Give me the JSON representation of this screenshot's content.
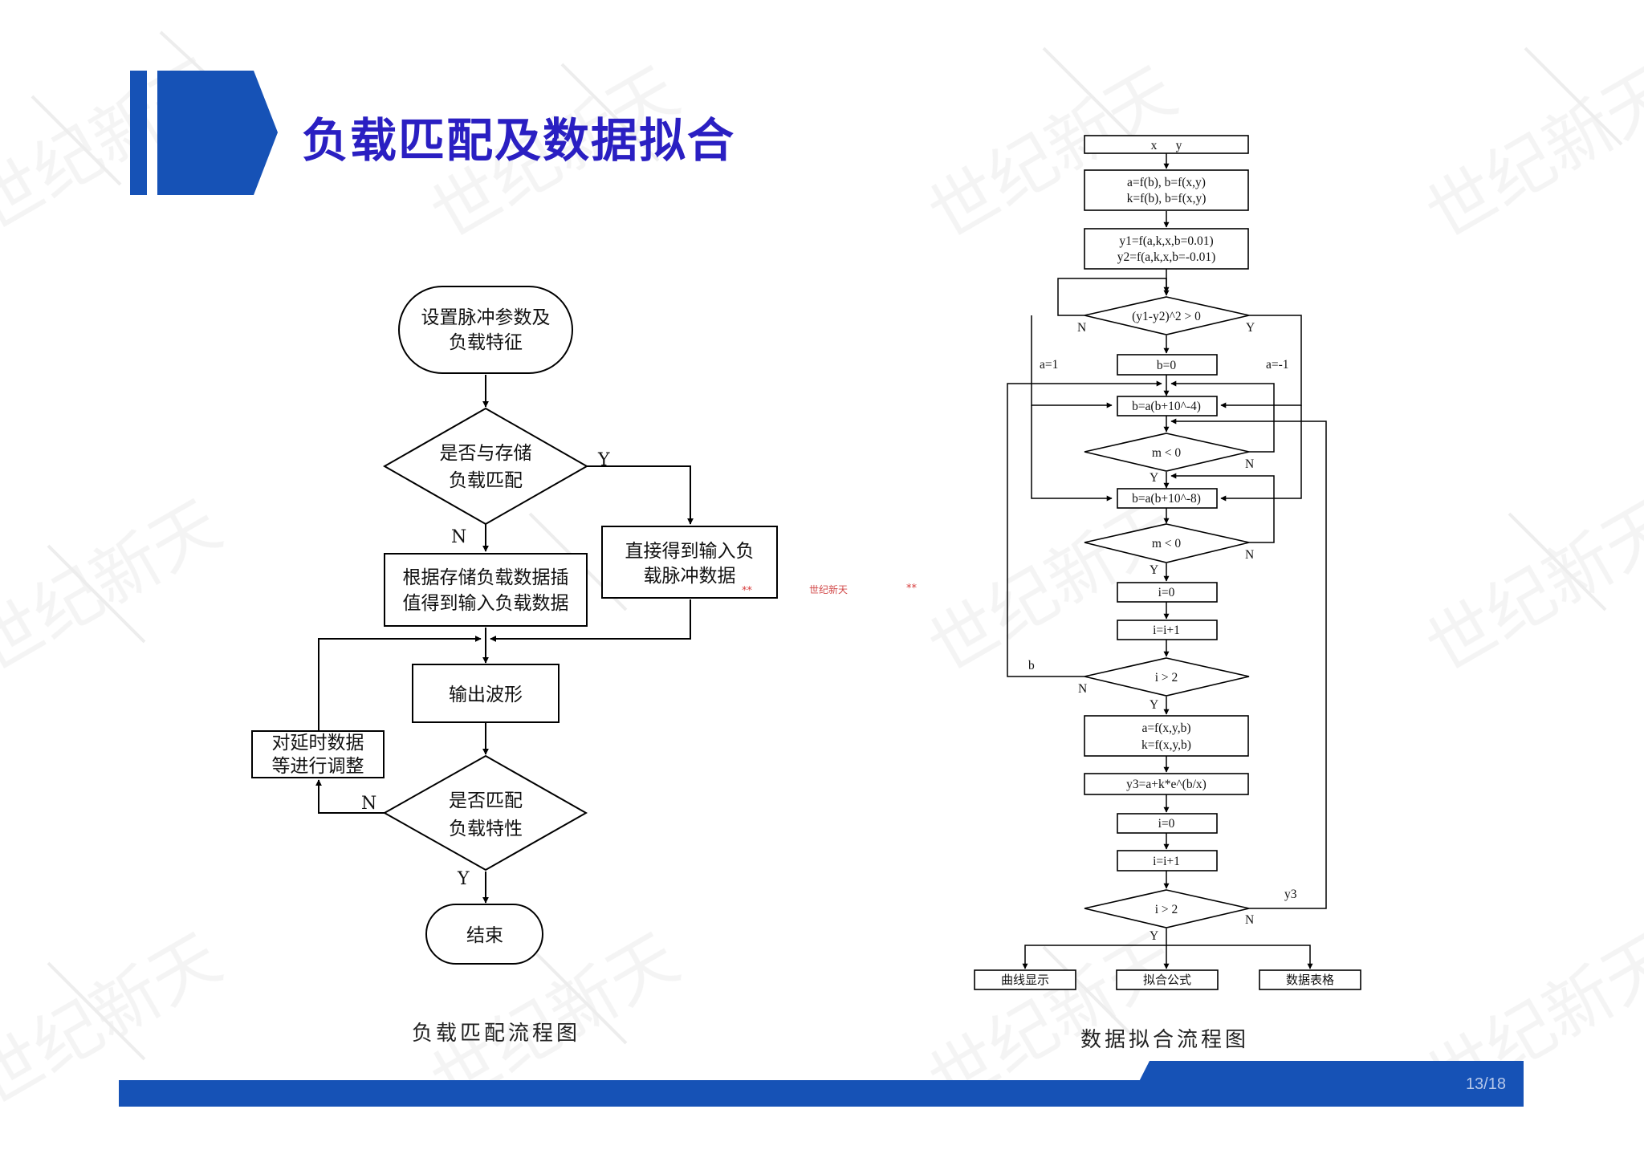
{
  "slide": {
    "title": "负载匹配及数据拟合",
    "page_number": "13/18",
    "watermark": "世纪新天",
    "colors": {
      "accent": "#1652b6",
      "title": "#2a1fc2"
    }
  },
  "left_chart": {
    "caption": "负载匹配流程图",
    "start": [
      "设置脉冲参数及",
      "负载特征"
    ],
    "decision_store": [
      "是否与存储",
      "负载匹配"
    ],
    "process_interp": [
      "根据存储负载数据插",
      "值得到输入负载数据"
    ],
    "process_direct": [
      "直接得到输入负",
      "载脉冲数据"
    ],
    "process_output": "输出波形",
    "decision_match": [
      "是否匹配",
      "负载特性"
    ],
    "process_adjust": [
      "对延时数据",
      "等进行调整"
    ],
    "end": "结束",
    "labels": {
      "yes": "Y",
      "no": "N"
    }
  },
  "right_chart": {
    "caption": "数据拟合流程图",
    "box_xy": "x      y",
    "box_ab": [
      "a=f(b), b=f(x,y)",
      "k=f(b), b=f(x,y)"
    ],
    "box_y12": [
      "y1=f(a,k,x,b=0.01)",
      "y2=f(a,k,x,b=-0.01)"
    ],
    "dec_y": "(y1-y2)^2 > 0",
    "box_b0": "b=0",
    "box_b4": "b=a(b+10^-4)",
    "dec_m1": "m < 0",
    "box_b8": "b=a(b+10^-8)",
    "dec_m2": "m < 0",
    "box_i0a": "i=0",
    "box_ii1a": "i=i+1",
    "dec_i1": "i > 2",
    "box_akf": [
      "a=f(x,y,b)",
      "k=f(x,y,b)"
    ],
    "box_y3": "y3=a+k*e^(b/x)",
    "box_i0b": "i=0",
    "box_ii1b": "i=i+1",
    "dec_i2": "i > 2",
    "out_curve": "曲线显示",
    "out_formula": "拟合公式",
    "out_table": "数据表格",
    "labels": {
      "yes": "Y",
      "no": "N",
      "a1": "a=1",
      "am1": "a=-1",
      "b": "b",
      "y3": "y3"
    }
  },
  "stamp": {
    "text": "世纪新天",
    "marks": "**"
  }
}
